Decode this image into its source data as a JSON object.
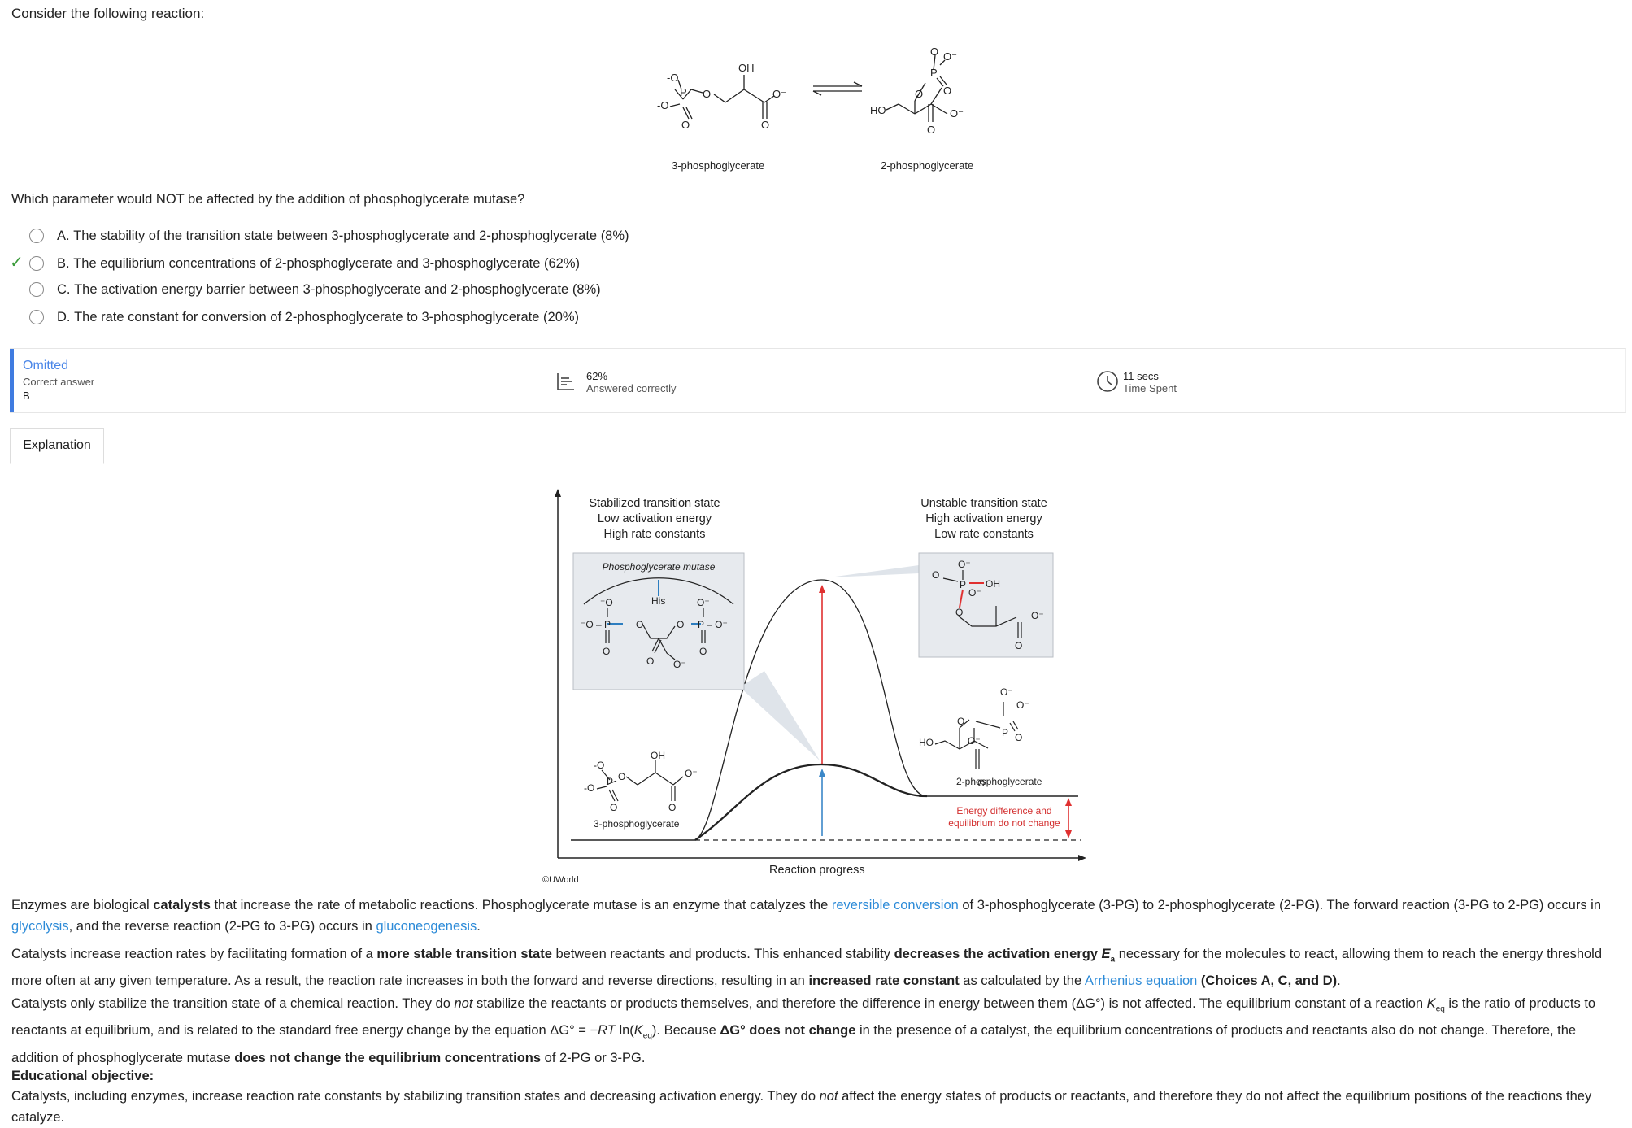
{
  "question": {
    "prompt": "Consider the following reaction:",
    "reactant_label": "3-phosphoglycerate",
    "product_label": "2-phosphoglycerate",
    "stem": "Which parameter would NOT be affected by the addition of phosphoglycerate mutase?",
    "options": [
      {
        "letter": "A.",
        "text": "The stability of the transition state between 3-phosphoglycerate and 2-phosphoglycerate",
        "pct": "(8%)"
      },
      {
        "letter": "B.",
        "text": "The equilibrium concentrations of 2-phosphoglycerate and 3-phosphoglycerate",
        "pct": "(62%)"
      },
      {
        "letter": "C.",
        "text": "The activation energy barrier between 3-phosphoglycerate and 2-phosphoglycerate",
        "pct": "(8%)"
      },
      {
        "letter": "D.",
        "text": "The rate constant for conversion of 2-phosphoglycerate to 3-phosphoglycerate",
        "pct": "(20%)"
      }
    ]
  },
  "stats": {
    "status": "Omitted",
    "correct_label": "Correct answer",
    "correct_value": "B",
    "pct_value": "62%",
    "pct_label": "Answered correctly",
    "time_value": "11 secs",
    "time_label": "Time Spent"
  },
  "tabs": {
    "explanation": "Explanation"
  },
  "figure": {
    "left_top": [
      "Stabilized transition state",
      "Low activation energy",
      "High rate constants"
    ],
    "right_top": [
      "Unstable transition state",
      "High activation energy",
      "Low rate constants"
    ],
    "enzyme": "Phosphoglycerate mutase",
    "his": "His",
    "reactant": "3-phosphoglycerate",
    "product": "2-phosphoglycerate",
    "energy_note": [
      "Energy difference and",
      "equilibrium do not change"
    ],
    "xlabel": "Reaction progress",
    "credit": "©UWorld"
  },
  "explanation": {
    "p1": {
      "a": "Enzymes are biological ",
      "b": "catalysts",
      "c": " that increase the rate of metabolic reactions.  Phosphoglycerate mutase is an enzyme that catalyzes the ",
      "d": "reversible conversion",
      "e": " of 3-phosphoglycerate (3-PG) to 2-phosphoglycerate (2-PG).  The forward reaction (3-PG to 2-PG) occurs in ",
      "f": "glycolysis",
      "g": ", and the reverse reaction (2-PG to 3-PG) occurs in ",
      "h": "gluconeogenesis",
      "i": "."
    },
    "p2": {
      "a": "Catalysts increase reaction rates by facilitating formation of a ",
      "b": "more stable transition state",
      "c": " between reactants and products.  This enhanced stability ",
      "d": "decreases the activation energy ",
      "e": "E",
      "f": "a",
      "g": " necessary for the molecules to react, allowing them to reach the energy threshold more often at any given temperature.  As a result, the reaction rate increases in both the forward and reverse directions, resulting in an ",
      "h": "increased rate constant",
      "i": " as calculated by the ",
      "j": "Arrhenius equation",
      "k": " ",
      "l": "(Choices A, C, and D)",
      "m": "."
    },
    "p3": {
      "a": "Catalysts only stabilize the transition state of a chemical reaction.  They do ",
      "b": "not",
      "c": " stabilize the reactants or products themselves, and therefore the difference in energy between them (ΔG°) is not affected.  The equilibrium constant of a reaction ",
      "d": "K",
      "e": "eq",
      "f": " is the ratio of products to reactants at equilibrium, and is related to the standard free energy change by the equation ΔG° = −",
      "g": "RT",
      "h": " ln(",
      "i": "K",
      "j": "eq",
      "k": ").  Because ",
      "l": "ΔG° does not change",
      "m": " in the presence of a catalyst, the equilibrium concentrations of products and reactants also do not change.  Therefore, the addition of phosphoglycerate mutase ",
      "n": "does not change the equilibrium concentrations",
      "o": " of 2-PG or 3-PG."
    },
    "objective_title": "Educational objective:",
    "objective": {
      "a": "Catalysts, including enzymes, increase reaction rate constants by stabilizing transition states and decreasing activation energy.  They do ",
      "b": "not",
      "c": " affect the energy states of products or reactants, and therefore they do not affect the equilibrium positions of the reactions they catalyze."
    }
  }
}
